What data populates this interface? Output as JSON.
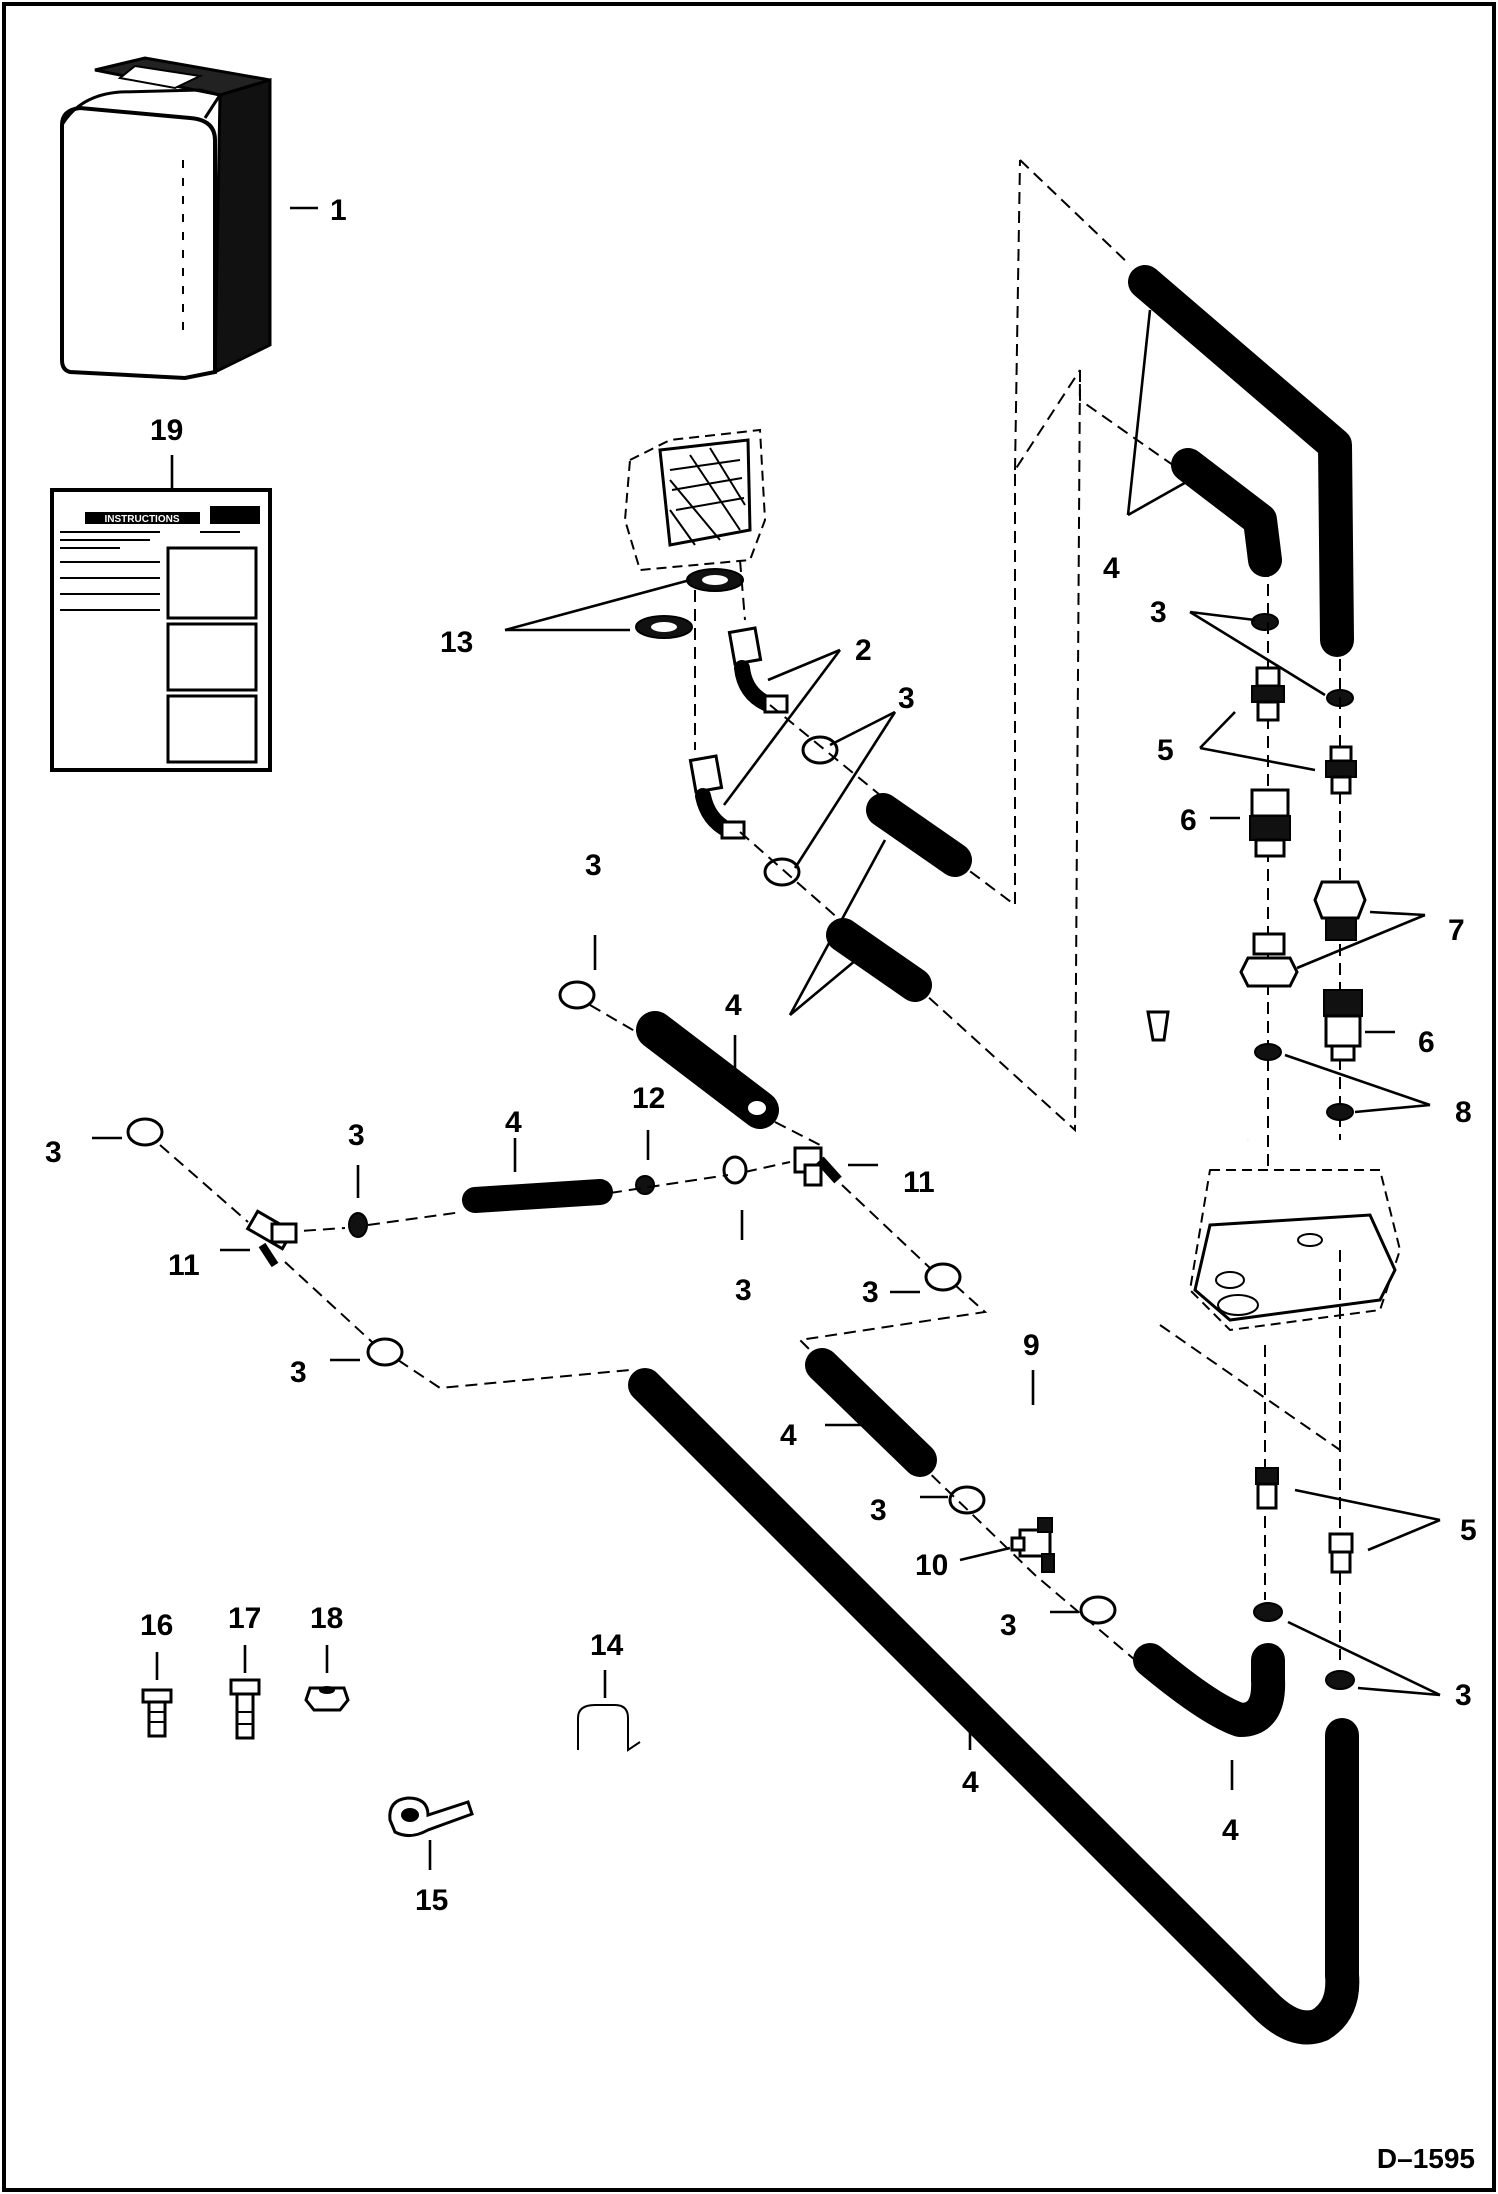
{
  "callouts": {
    "c1": "1",
    "c2": "2",
    "c3": "3",
    "c4": "4",
    "c5": "5",
    "c6": "6",
    "c7": "7",
    "c8": "8",
    "c9": "9",
    "c10": "10",
    "c11": "11",
    "c12": "12",
    "c13": "13",
    "c14": "14",
    "c15": "15",
    "c16": "16",
    "c17": "17",
    "c18": "18",
    "c19": "19"
  },
  "manual": {
    "heading": "INSTRUCTIONS"
  },
  "drawing_code": "D–1595",
  "colors": {
    "ink": "#000000",
    "paper": "#ffffff"
  }
}
